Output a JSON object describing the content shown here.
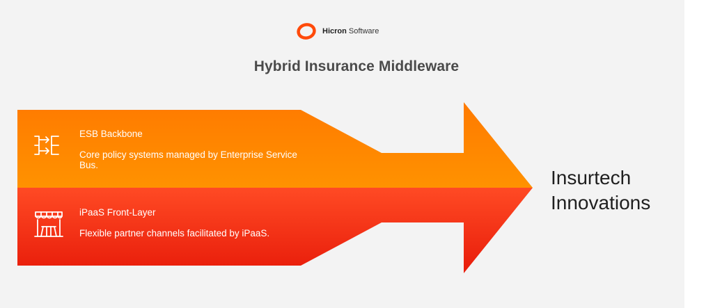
{
  "logo": {
    "brand": "Hicron",
    "suffix": "Software",
    "ring_color": "#ff4a0a"
  },
  "title": "Hybrid Insurance Middleware",
  "layers": [
    {
      "title": "ESB Backbone",
      "description": "Core policy systems managed by Enterprise Service Bus.",
      "icon": "flow-arrows-icon",
      "color": "#ff8a00"
    },
    {
      "title": "iPaaS Front-Layer",
      "description": "Flexible partner channels facilitated by iPaaS.",
      "icon": "storefront-icon",
      "color": "#f5331a"
    }
  ],
  "outcome": "Insurtech Innovations"
}
